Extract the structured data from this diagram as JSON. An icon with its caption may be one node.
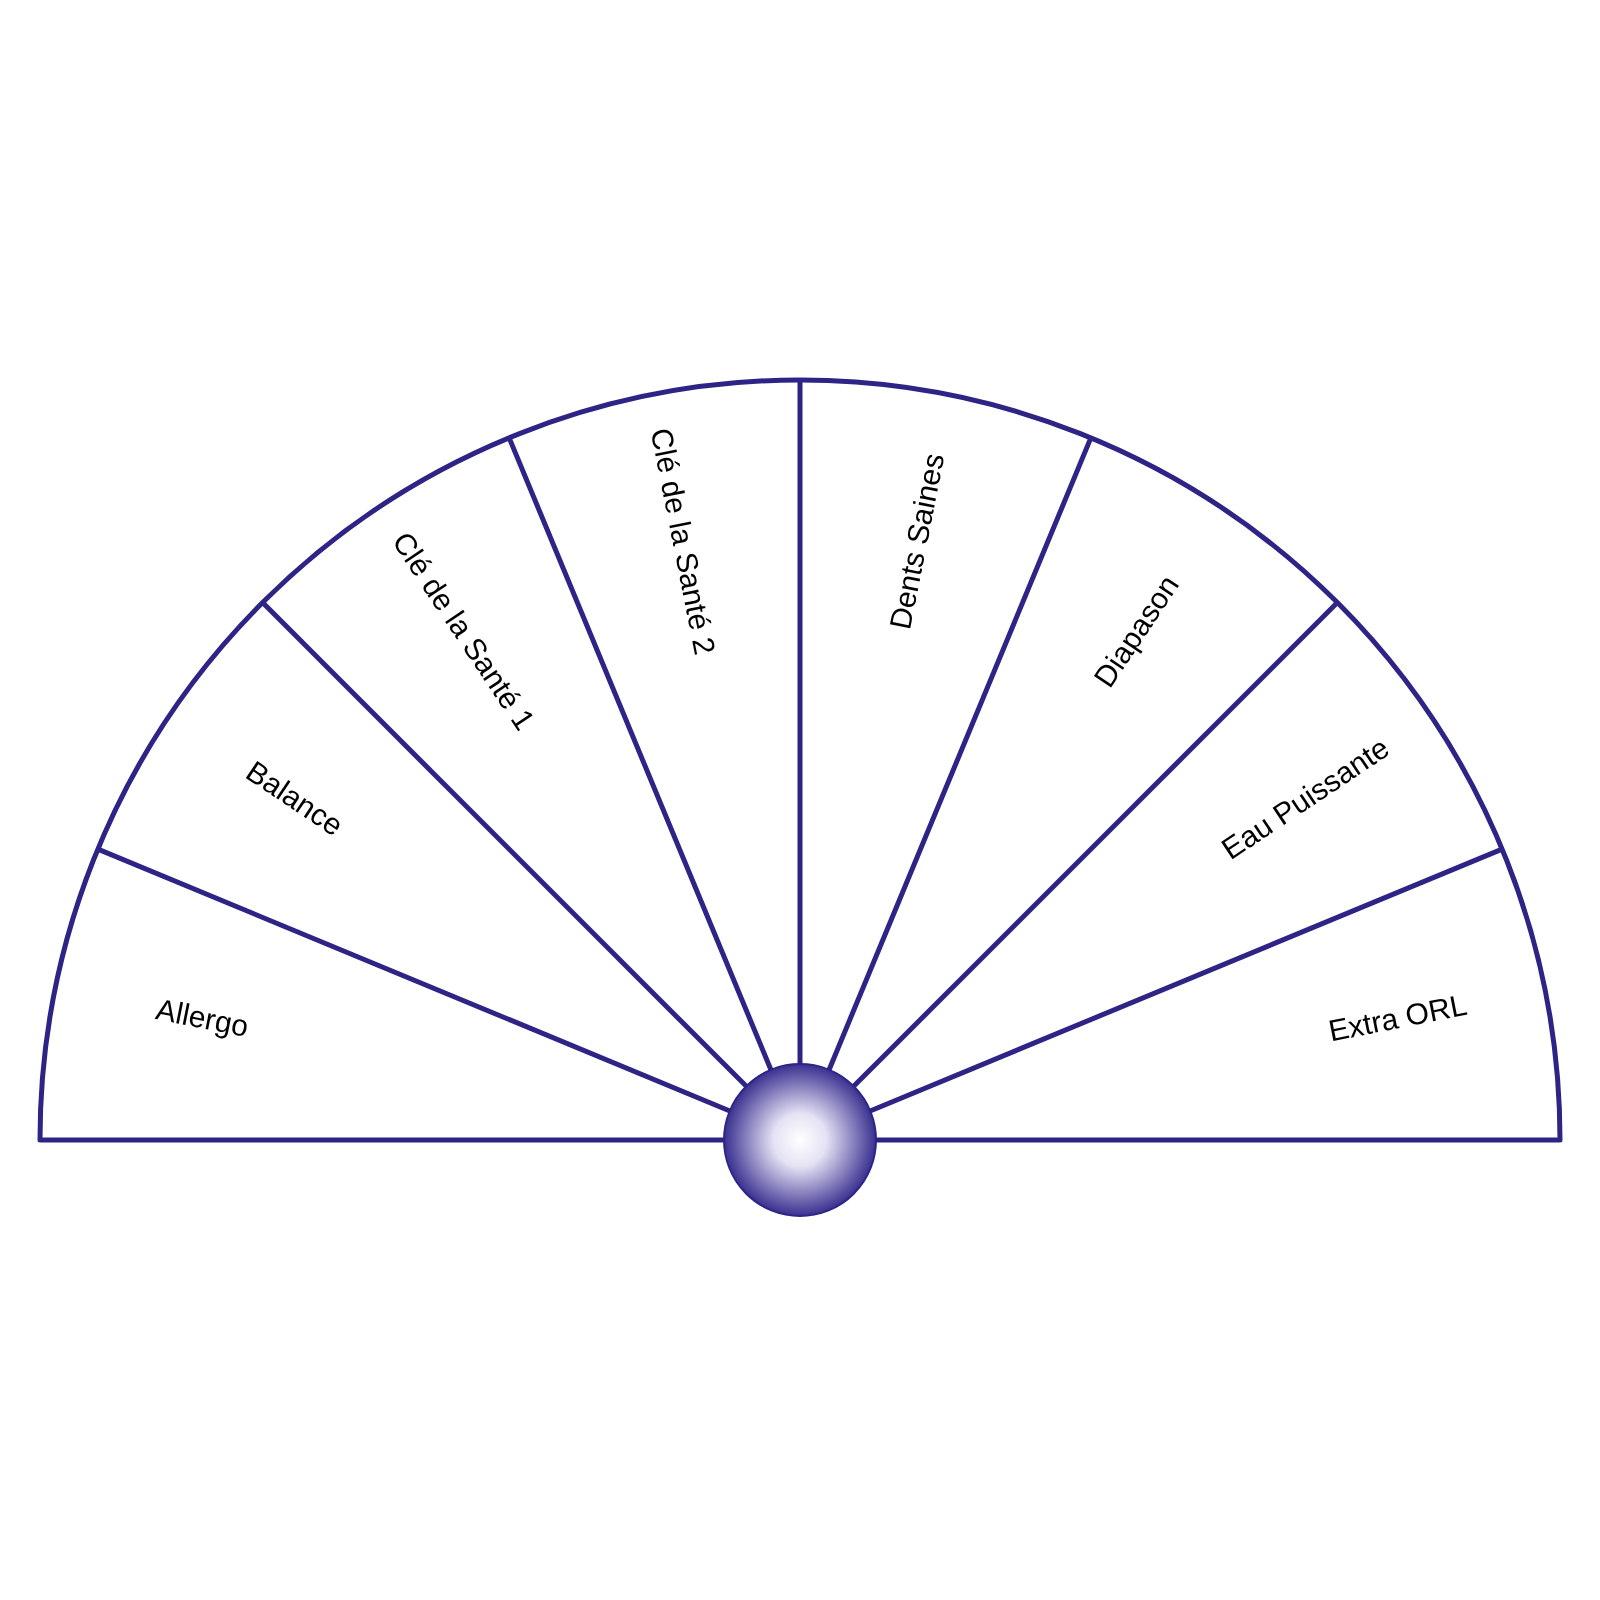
{
  "diagram": {
    "nodes": [
      {
        "text": [
          "Allergo"
        ]
      },
      {
        "text": [
          "Balance"
        ]
      },
      {
        "text": [
          "Clé de la Santé 1"
        ]
      },
      {
        "text": [
          "Clé de la Santé 2"
        ]
      },
      {
        "text": [
          "Dents Saines"
        ]
      },
      {
        "text": [
          "Diapason"
        ]
      },
      {
        "text": [
          "Eau Puissante"
        ]
      },
      {
        "text": [
          "Extra ORL"
        ]
      },
      {
        "text": [],
        "shape": "circle"
      }
    ]
  }
}
